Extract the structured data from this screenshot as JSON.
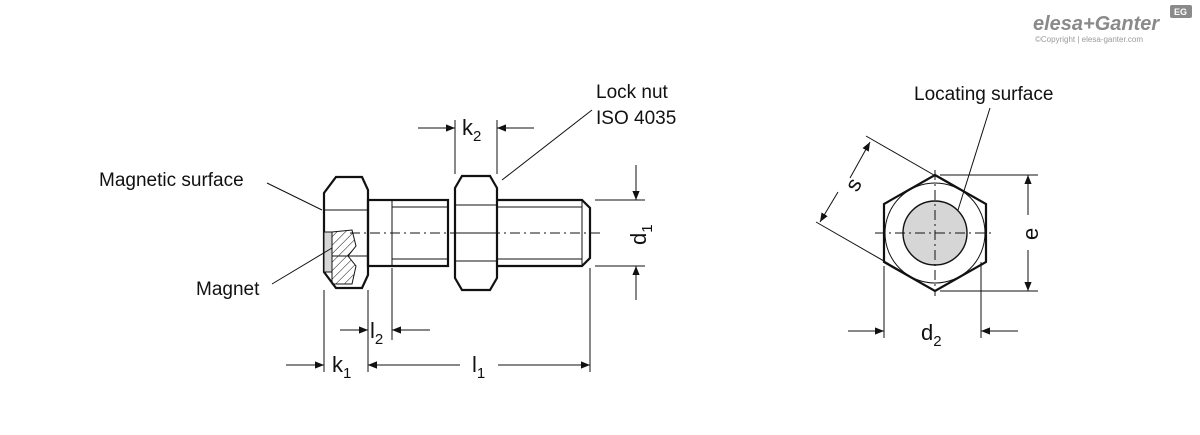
{
  "brand": {
    "logo_text": "elesa+Ganter",
    "logo_badge": "EG",
    "copyright": "©Copyright | elesa-ganter.com"
  },
  "labels": {
    "lock_nut_line1": "Lock nut",
    "lock_nut_line2": "ISO 4035",
    "magnetic_surface": "Magnetic surface",
    "magnet": "Magnet",
    "locating_surface": "Locating surface"
  },
  "dimensions": {
    "k2": {
      "base": "k",
      "sub": "2"
    },
    "d1": {
      "base": "d",
      "sub": "1"
    },
    "l2": {
      "base": "l",
      "sub": "2"
    },
    "k1": {
      "base": "k",
      "sub": "1"
    },
    "l1": {
      "base": "l",
      "sub": "1"
    },
    "s": "s",
    "e": "e",
    "d2": {
      "base": "d",
      "sub": "2"
    }
  },
  "colors": {
    "line": "#111111",
    "magnet_fill": "#d6d6d6",
    "logo": "#8a8a8a"
  }
}
